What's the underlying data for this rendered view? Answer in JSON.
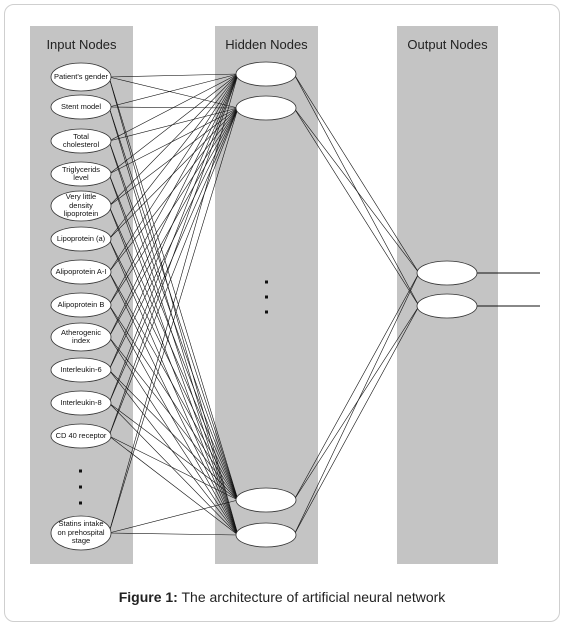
{
  "columns": {
    "input_title": "Input Nodes",
    "hidden_title": "Hidden Nodes",
    "output_title": "Output Nodes"
  },
  "input_nodes": [
    "Patient's gender",
    "Stent model",
    "Total cholesterol",
    "Triglycerids level",
    "Very little density lipoprotein",
    "Lipoprotein (a)",
    "Alipoprotein A-I",
    "Alipoprotein B",
    "Atherogenic index",
    "Interleukin-6",
    "Interleukin-8",
    "CD 40 receptor",
    "Statins intake on prehospital stage"
  ],
  "hidden_node_count": 4,
  "output_node_count": 2,
  "caption": {
    "label": "Figure 1:",
    "text": " The architecture of artificial neural network"
  }
}
